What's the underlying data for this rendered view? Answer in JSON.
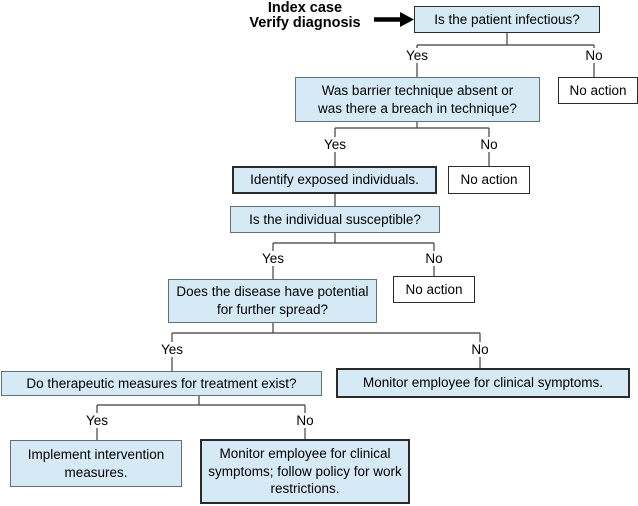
{
  "diagram": {
    "start_label": {
      "line1": "Index case",
      "line2": "Verify diagnosis"
    },
    "branch_labels": {
      "yes": "Yes",
      "no": "No"
    },
    "nodes": {
      "q_infectious": "Is the patient infectious?",
      "q_barrier": "Was barrier technique absent or was there a breach in technique?",
      "no_action_1": "No action",
      "identify_exposed": "Identify exposed individuals.",
      "no_action_2": "No action",
      "q_susceptible": "Is the individual susceptible?",
      "no_action_3": "No action",
      "q_spread": "Does the disease have potential for further spread?",
      "monitor_symptoms": "Monitor employee for clinical symptoms.",
      "q_treatment": "Do therapeutic measures for treatment exist?",
      "implement_intervention": "Implement intervention measures.",
      "monitor_restrictions": "Monitor employee for clinical symptoms; follow policy for work restrictions."
    },
    "edges": [
      {
        "from": "start",
        "to": "q_infectious",
        "label": ""
      },
      {
        "from": "q_infectious",
        "to": "q_barrier",
        "label": "Yes"
      },
      {
        "from": "q_infectious",
        "to": "no_action_1",
        "label": "No"
      },
      {
        "from": "q_barrier",
        "to": "identify_exposed",
        "label": "Yes"
      },
      {
        "from": "q_barrier",
        "to": "no_action_2",
        "label": "No"
      },
      {
        "from": "identify_exposed",
        "to": "q_susceptible",
        "label": ""
      },
      {
        "from": "q_susceptible",
        "to": "q_spread",
        "label": "Yes"
      },
      {
        "from": "q_susceptible",
        "to": "no_action_3",
        "label": "No"
      },
      {
        "from": "q_spread",
        "to": "q_treatment",
        "label": "Yes"
      },
      {
        "from": "q_spread",
        "to": "monitor_symptoms",
        "label": "No"
      },
      {
        "from": "q_treatment",
        "to": "implement_intervention",
        "label": "Yes"
      },
      {
        "from": "q_treatment",
        "to": "monitor_restrictions",
        "label": "No"
      }
    ],
    "colors": {
      "node_fill": "#d6eaf6",
      "emphasis_border": "#2b2b2b",
      "question_border": "#5f7078",
      "action_fill": "#ffffff",
      "line": "#3f3f3f",
      "arrow": "#000000"
    }
  }
}
